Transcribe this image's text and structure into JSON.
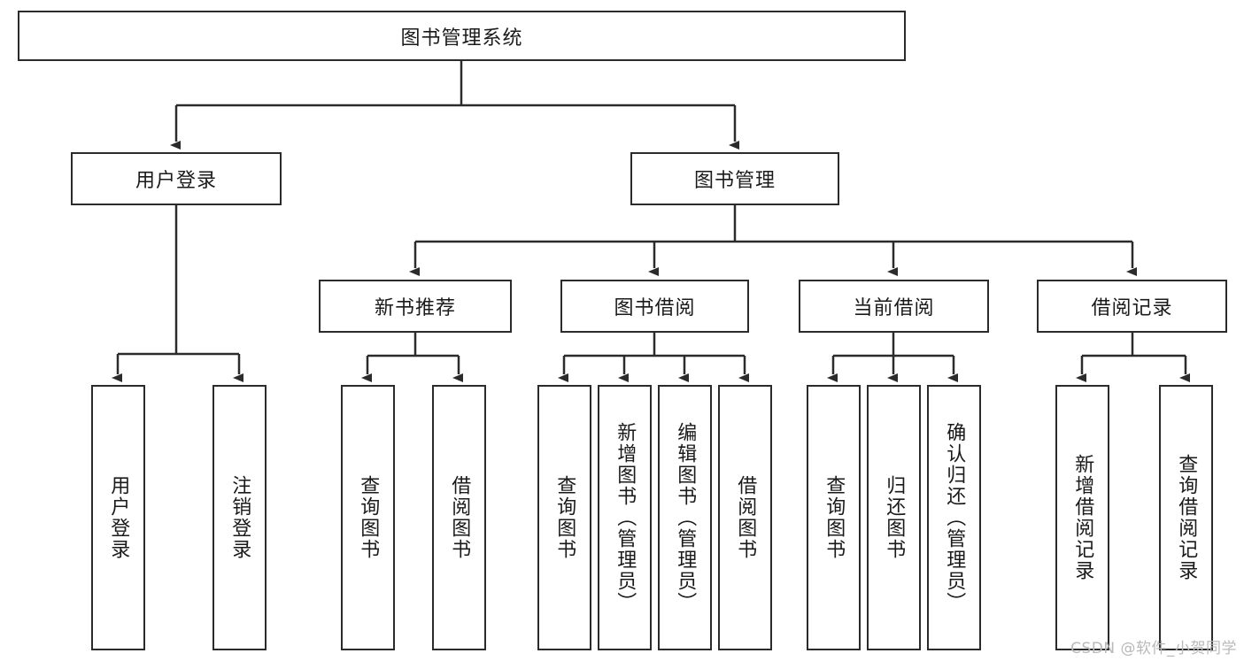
{
  "diagram": {
    "type": "tree-hierarchy",
    "title": "图书管理系统",
    "background_color": "#ffffff",
    "line_color": "#2b2b2b",
    "text_color": "#1a1a1a",
    "watermark": "CSDN @软件_小贺同学",
    "root": {
      "label": "图书管理系统",
      "children": [
        {
          "label": "用户登录",
          "children": [
            {
              "label": "用户登录"
            },
            {
              "label": "注销登录"
            }
          ]
        },
        {
          "label": "图书管理",
          "children": [
            {
              "label": "新书推荐",
              "children": [
                {
                  "label": "查询图书"
                },
                {
                  "label": "借阅图书"
                }
              ]
            },
            {
              "label": "图书借阅",
              "children": [
                {
                  "label": "查询图书"
                },
                {
                  "label": "新增图书（管理员）"
                },
                {
                  "label": "编辑图书（管理员）"
                },
                {
                  "label": "借阅图书"
                }
              ]
            },
            {
              "label": "当前借阅",
              "children": [
                {
                  "label": "查询图书"
                },
                {
                  "label": "归还图书"
                },
                {
                  "label": "确认归还（管理员）"
                }
              ]
            },
            {
              "label": "借阅记录",
              "children": [
                {
                  "label": "新增借阅记录"
                },
                {
                  "label": "查询借阅记录"
                }
              ]
            }
          ]
        }
      ]
    },
    "nodes": {
      "root": {
        "label": "图书管理系统"
      },
      "user_login": {
        "label": "用户登录"
      },
      "book_manage": {
        "label": "图书管理"
      },
      "new_book_rec": {
        "label": "新书推荐"
      },
      "book_borrow": {
        "label": "图书借阅"
      },
      "current_borrow": {
        "label": "当前借阅"
      },
      "borrow_record": {
        "label": "借阅记录"
      },
      "leaf_user_login": {
        "label": "用户登录"
      },
      "leaf_logout": {
        "label": "注销登录"
      },
      "leaf_q1": {
        "label": "查询图书"
      },
      "leaf_b1": {
        "label": "借阅图书"
      },
      "leaf_q2": {
        "label": "查询图书"
      },
      "leaf_add_book": {
        "label": "新增图书（管理员）"
      },
      "leaf_edit_book": {
        "label": "编辑图书（管理员）"
      },
      "leaf_b2": {
        "label": "借阅图书"
      },
      "leaf_q3": {
        "label": "查询图书"
      },
      "leaf_return": {
        "label": "归还图书"
      },
      "leaf_confirm": {
        "label": "确认归还（管理员）"
      },
      "leaf_add_rec": {
        "label": "新增借阅记录"
      },
      "leaf_query_rec": {
        "label": "查询借阅记录"
      }
    }
  }
}
